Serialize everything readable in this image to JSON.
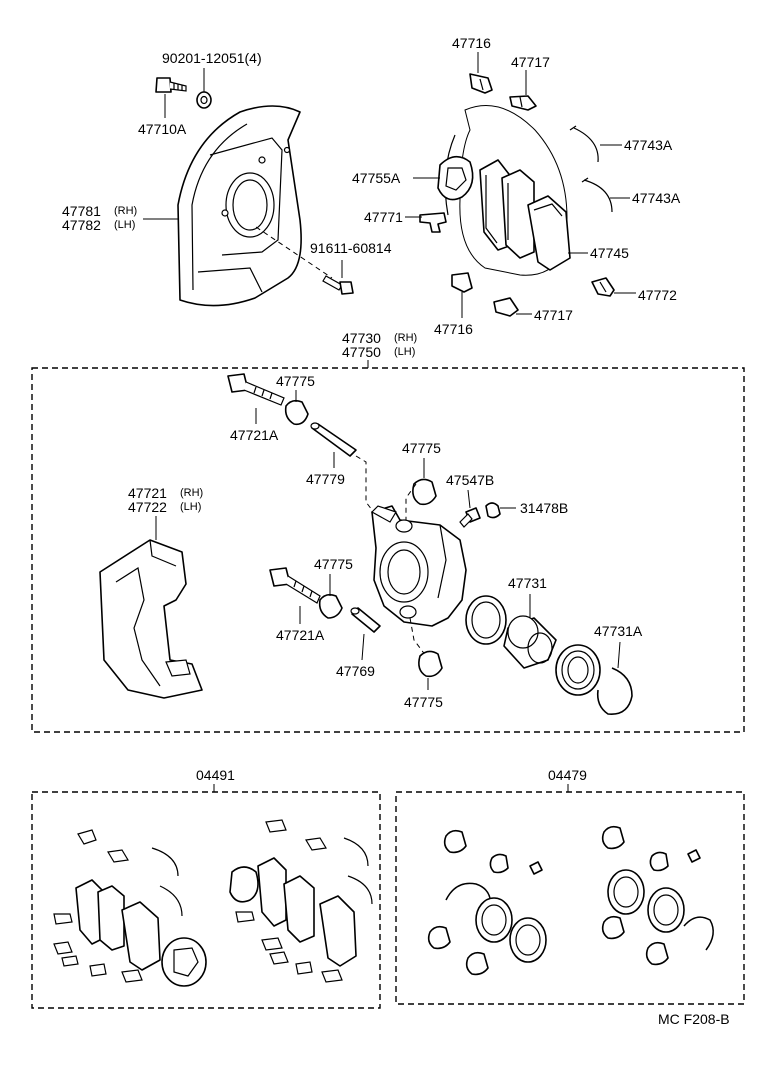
{
  "labels": {
    "bolt_partno": "90201-12051(4)",
    "bolt_ref": "47710A",
    "dust_cover_rh": "47781",
    "dust_cover_lh": "47782",
    "rh_tag": "(RH)",
    "lh_tag": "(LH)",
    "cover_bolt": "91611-60814",
    "clip_top": "47716",
    "clip_top2": "47717",
    "anti_squeal_a1": "47743A",
    "anti_squeal_a2": "47743A",
    "shim": "47755A",
    "indicator": "47771",
    "pad": "47745",
    "spring_plate": "47772",
    "clip_bottom": "47716",
    "clip_bottom2": "47717",
    "caliper_rh": "47730",
    "caliper_lh": "47750",
    "boot_1": "47775",
    "pin_bolt_1": "47721A",
    "slide_pin_1": "47779",
    "boot_2": "47775",
    "bleeder": "47547B",
    "bleeder_cap": "31478B",
    "mounting_rh": "47721",
    "mounting_lh": "47722",
    "boot_3": "47775",
    "piston_seal": "47731",
    "pin_bolt_2": "47721A",
    "slide_pin_2": "47769",
    "boot_4": "47775",
    "ring": "47731A",
    "pad_kit": "04491",
    "cylinder_kit": "04479",
    "footer_code": "MC  F208-B"
  }
}
